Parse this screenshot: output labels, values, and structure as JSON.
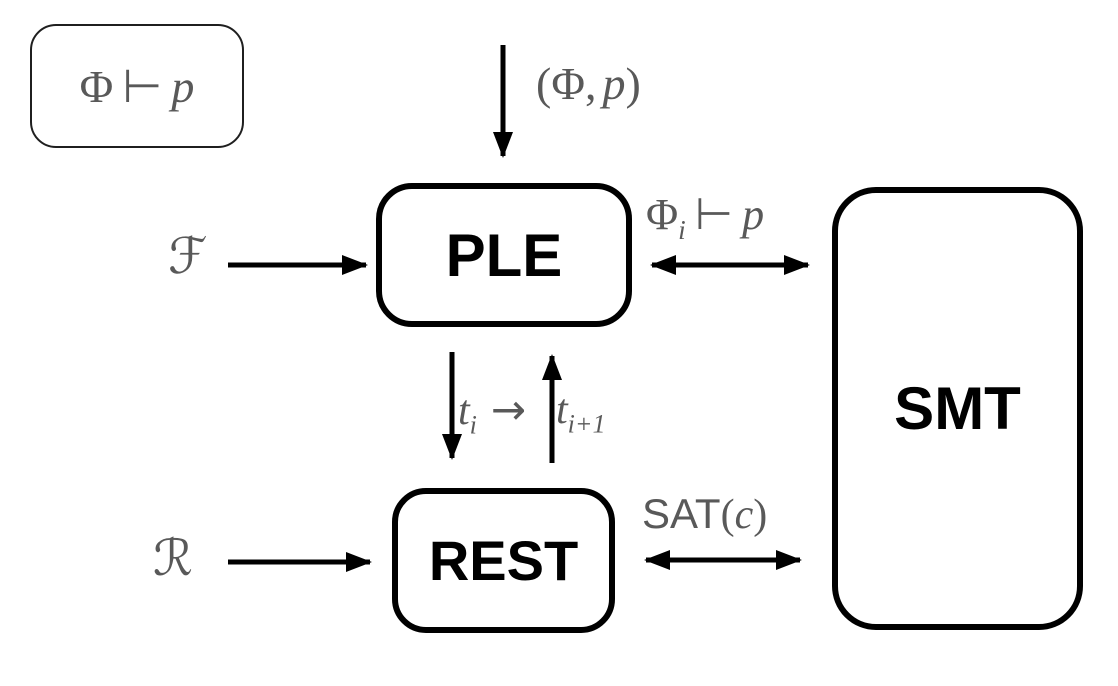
{
  "diagram": {
    "background_color": "#ffffff",
    "stroke_color": "#000000",
    "math_label_color": "#595959",
    "legend_box": {
      "phi": "Φ",
      "turnstile": "⊢",
      "p": "p"
    },
    "top_input_label": {
      "open_paren": "(",
      "phi": "Φ",
      "comma": ",",
      "p": "p",
      "close_paren": ")"
    },
    "nodes": {
      "ple": {
        "label": "PLE"
      },
      "rest": {
        "label": "REST"
      },
      "smt": {
        "label": "SMT"
      }
    },
    "left_inputs": {
      "script_f": {
        "label": "ℱ"
      },
      "script_r": {
        "label": "ℛ"
      }
    },
    "ple_smt_edge_label": {
      "phi": "Φ",
      "subscript": "i",
      "turnstile": "⊢",
      "p": "p"
    },
    "ple_rest_edge_label": {
      "t": "t",
      "t_subscript": "i",
      "arrow": "→",
      "t_next": "t",
      "t_next_subscript": "i+1"
    },
    "rest_smt_edge_label": {
      "sat": "SAT",
      "open_paren": "(",
      "c": "c",
      "close_paren": ")"
    }
  }
}
